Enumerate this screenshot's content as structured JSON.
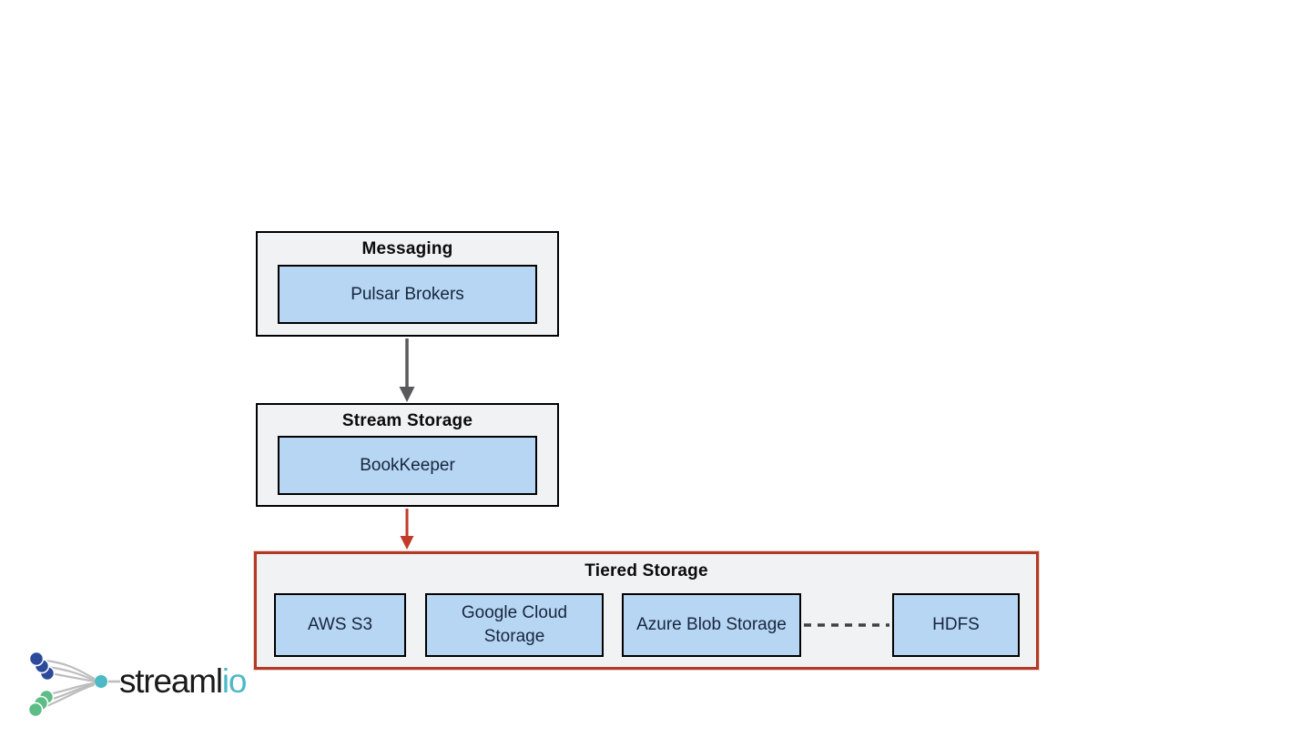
{
  "diagram": {
    "groups": [
      {
        "title": "Messaging",
        "nodes": [
          {
            "label": "Pulsar Brokers"
          }
        ]
      },
      {
        "title": "Stream Storage",
        "nodes": [
          {
            "label": "BookKeeper"
          }
        ]
      },
      {
        "title": "Tiered Storage",
        "nodes": [
          {
            "label": "AWS S3"
          },
          {
            "label": "Google Cloud Storage"
          },
          {
            "label": "Azure Blob Storage"
          },
          {
            "label": "HDFS"
          }
        ]
      }
    ],
    "connectors": [
      {
        "from": "Pulsar Brokers",
        "to": "BookKeeper",
        "style": "solid-arrow",
        "color": "#58595b"
      },
      {
        "from": "BookKeeper",
        "to": "Tiered Storage",
        "style": "solid-arrow",
        "color": "#c23a28"
      },
      {
        "from": "Azure Blob Storage",
        "to": "HDFS",
        "style": "dashed-line",
        "color": "#404040"
      }
    ],
    "colors": {
      "node_fill": "#b6d6f3",
      "node_border": "#000000",
      "group_fill": "#f0f2f4",
      "group_border": "#000000",
      "highlight_border": "#b23a24",
      "arrow_gray": "#58595b",
      "arrow_red": "#c23a28",
      "dash_gray": "#404040"
    }
  },
  "logo": {
    "brand_prefix": "streaml",
    "brand_suffix": "io",
    "colors": {
      "dots_blue": "#2b4a9b",
      "dots_green": "#5dbd86",
      "dot_teal": "#4cb9c5",
      "line_gray": "#bdbdbd",
      "text_black": "#1a1a1a"
    }
  }
}
